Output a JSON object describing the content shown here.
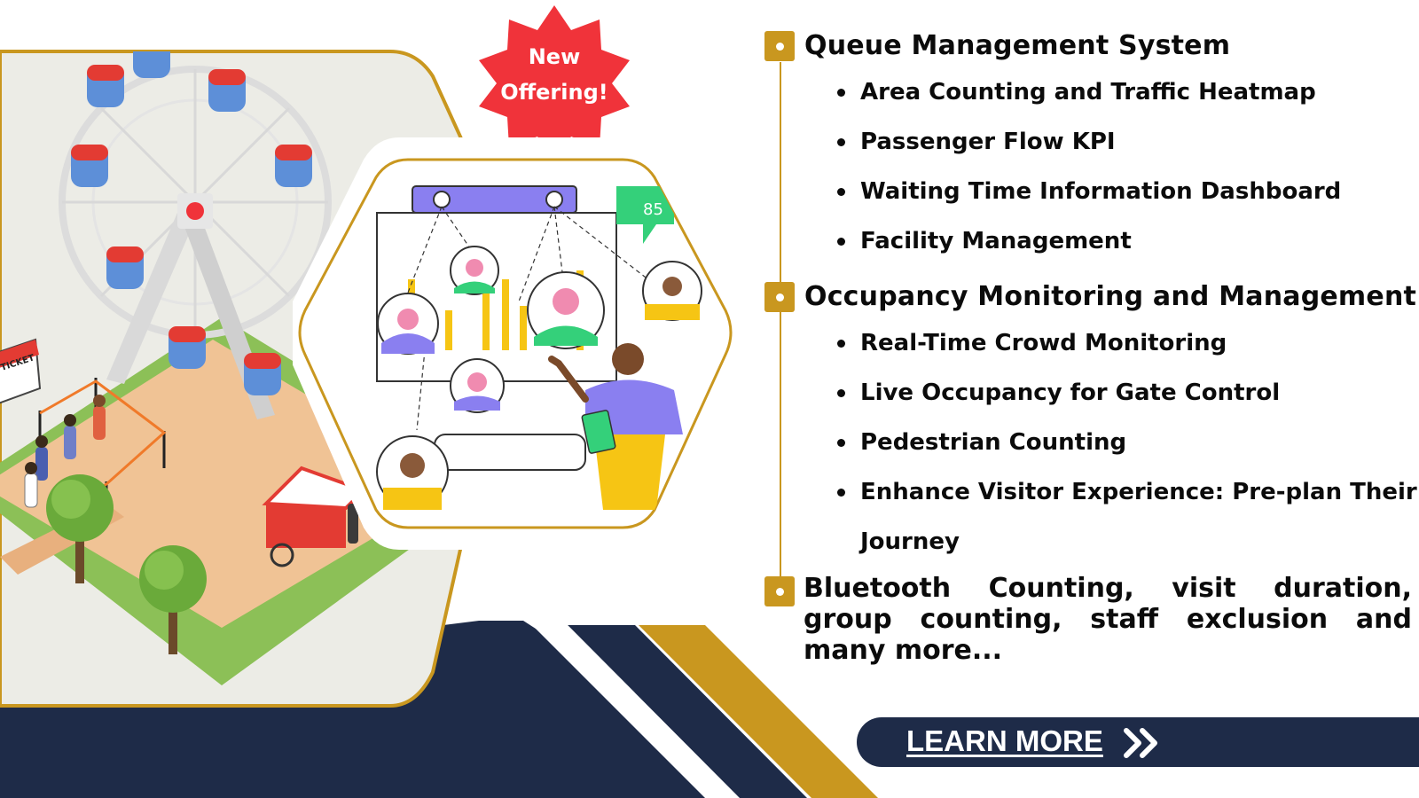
{
  "badge": {
    "line1": "New",
    "line2": "Offering!"
  },
  "illustration": {
    "ticket_label": "TICKET",
    "chart_bubble_value": "85"
  },
  "sections": [
    {
      "title": "Queue Management System",
      "items": [
        "Area Counting and Traffic Heatmap",
        "Passenger Flow KPI",
        "Waiting Time Information Dashboard",
        "Facility Management"
      ]
    },
    {
      "title": "Occupancy Monitoring and Management",
      "items": [
        "Real-Time Crowd Monitoring",
        "Live Occupancy for Gate Control",
        "Pedestrian Counting",
        "Enhance Visitor Experience: Pre-plan Their",
        "Journey"
      ]
    }
  ],
  "footer_text": "Bluetooth Counting, visit duration, group counting, staff exclusion and many more...",
  "cta": {
    "label": "LEARN MORE",
    "icon": "double-chevron-right-icon"
  },
  "colors": {
    "gold": "#c9971f",
    "navy": "#1e2b48",
    "badge_red": "#f0333a",
    "purple": "#8a7ff0",
    "yellow": "#f6c514"
  }
}
